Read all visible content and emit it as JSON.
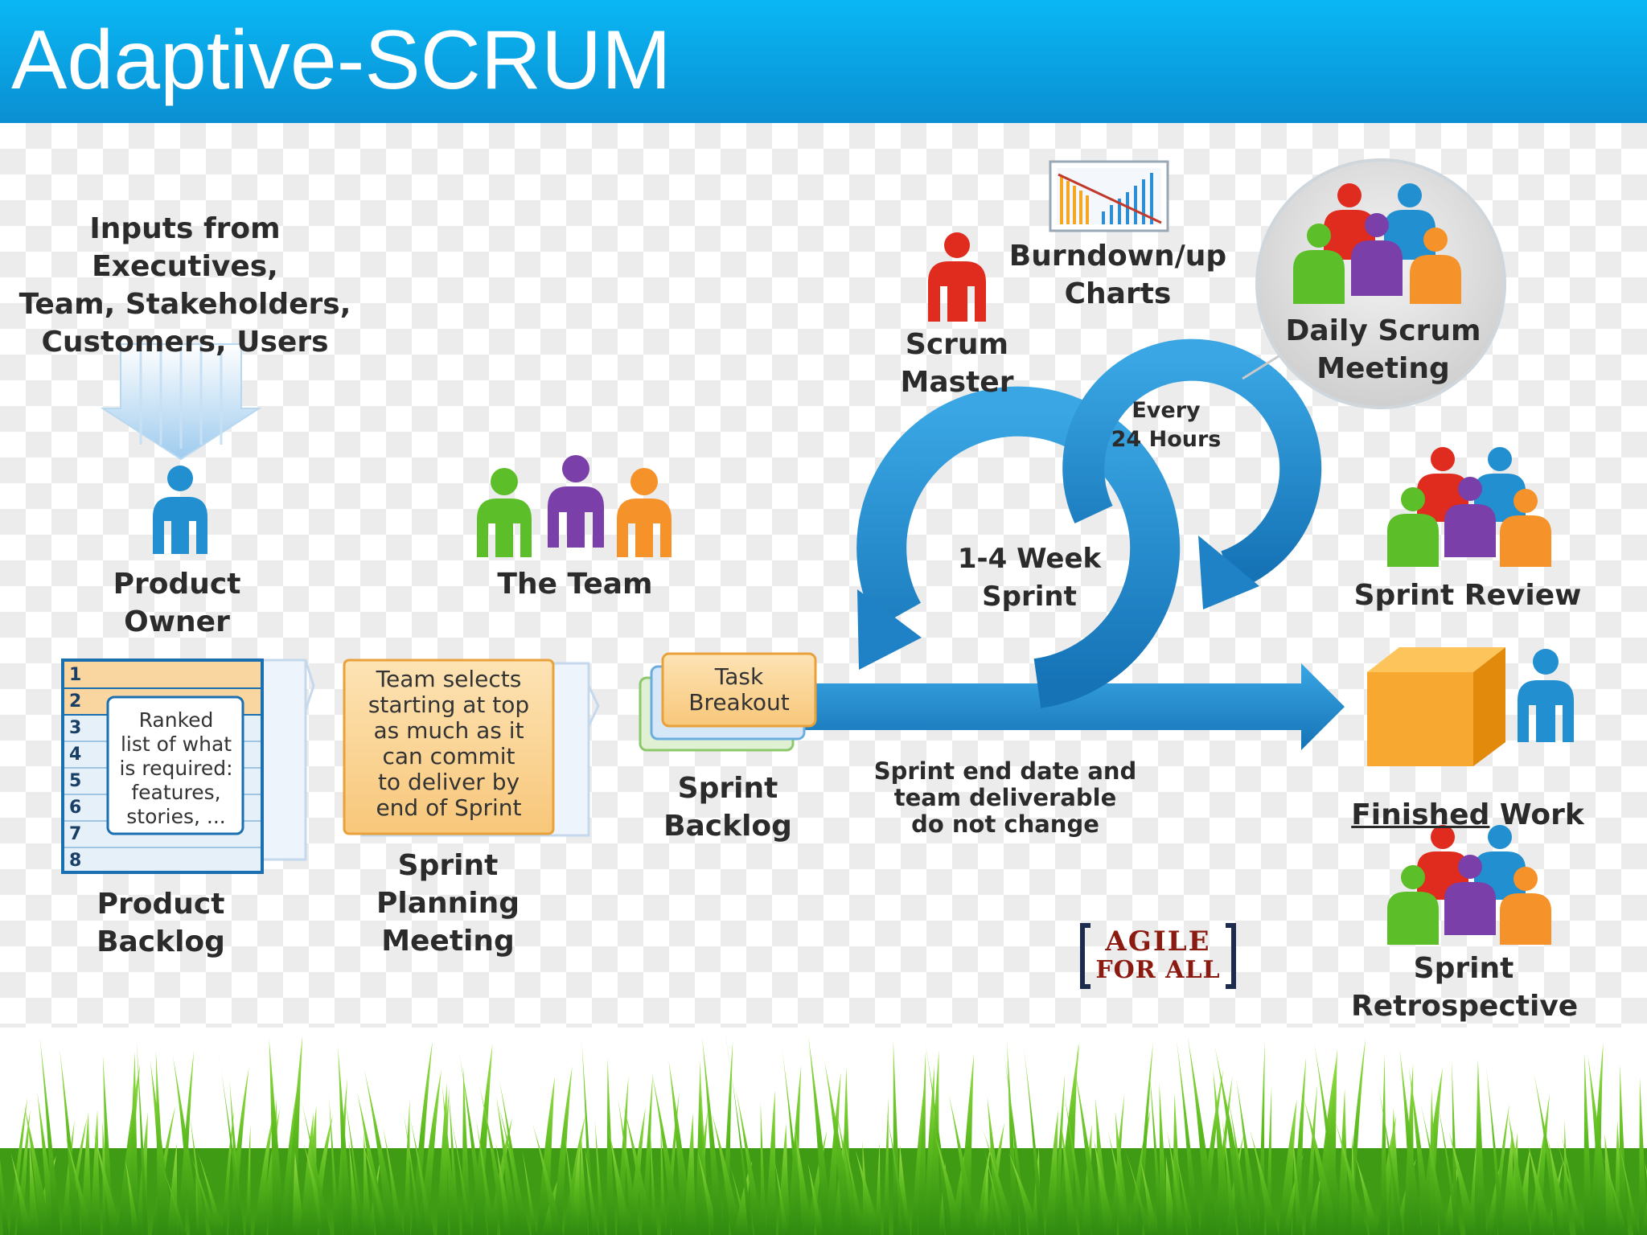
{
  "slide": {
    "title": "Adaptive-SCRUM"
  },
  "inputs": {
    "label": "Inputs from Executives,\nTeam, Stakeholders,\nCustomers, Users"
  },
  "product_owner": {
    "label": "Product Owner"
  },
  "the_team": {
    "label": "The Team"
  },
  "product_backlog": {
    "label": "Product\nBacklog",
    "rows": [
      "1",
      "2",
      "3",
      "4",
      "5",
      "6",
      "7",
      "8"
    ],
    "note": "Ranked\nlist of what\nis required:\nfeatures,\nstories, ..."
  },
  "sprint_planning": {
    "label": "Sprint\nPlanning\nMeeting",
    "note": "Team selects\nstarting at top\nas much as it\ncan commit\nto deliver by\nend of Sprint"
  },
  "sprint_backlog": {
    "label": "Sprint\nBacklog",
    "card": "Task\nBreakout"
  },
  "sprint_loop": {
    "label": "1-4 Week\nSprint"
  },
  "daily_loop": {
    "label": "Every\n24 Hours"
  },
  "scrum_master": {
    "label": "Scrum\nMaster"
  },
  "burndown": {
    "label": "Burndown/up\nCharts"
  },
  "daily_scrum": {
    "label": "Daily Scrum\nMeeting"
  },
  "sprint_note": {
    "label": "Sprint end date and\nteam deliverable\ndo not change"
  },
  "sprint_review": {
    "label": "Sprint Review"
  },
  "finished_work": {
    "label_underlined": "Finished",
    "label_rest": " Work"
  },
  "sprint_retro": {
    "label": "Sprint\nRetrospective"
  },
  "logo": {
    "line1": "AGILE",
    "line2": "FOR ALL"
  },
  "colors": {
    "header": "#0aa8ea",
    "arrow_blue": "#1f8fd0",
    "orange": "#f7a830",
    "red": "#e02b1f",
    "green": "#5cbf2a",
    "purple": "#7a3fa8",
    "blue_person": "#2290d0",
    "logo_red": "#8b1a10",
    "logo_navy": "#1d2b4f"
  }
}
